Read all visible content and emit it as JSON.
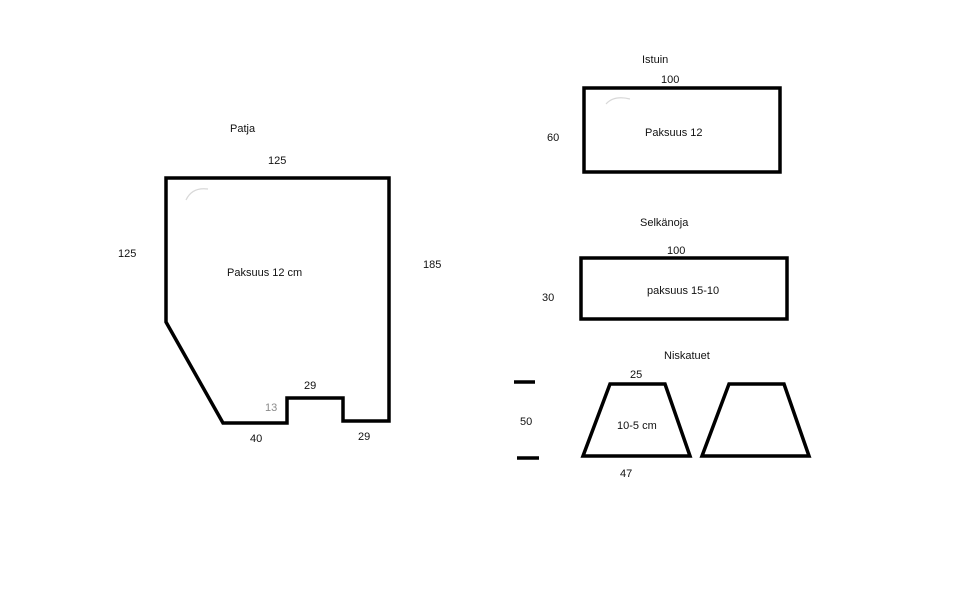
{
  "patja": {
    "title": "Patja",
    "label_thickness": "Paksuus 12 cm",
    "dim_top": "125",
    "dim_left": "125",
    "dim_right": "185",
    "dim_notch_top": "29",
    "dim_notch_depth": "13",
    "dim_bottom_left": "40",
    "dim_bottom_right": "29"
  },
  "istuin": {
    "title": "Istuin",
    "label_thickness": "Paksuus 12",
    "dim_width": "100",
    "dim_height": "60"
  },
  "selkanoja": {
    "title": "Selkänoja",
    "label_thickness": "paksuus 15-10",
    "dim_width": "100",
    "dim_height": "30"
  },
  "niskatuet": {
    "title": "Niskatuet",
    "label_thickness": "10-5 cm",
    "dim_top": "25",
    "dim_bottom": "47",
    "dim_height": "50"
  },
  "colors": {
    "stroke": "#000000",
    "text": "#111111",
    "muted_text": "#8a8a8a",
    "background": "#ffffff"
  }
}
